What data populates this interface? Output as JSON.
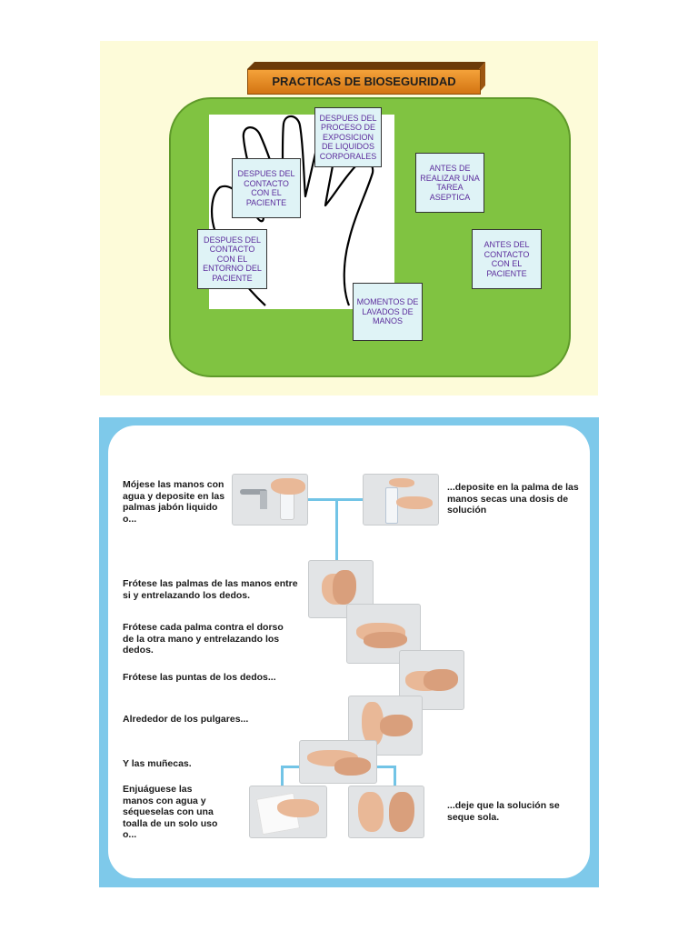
{
  "top": {
    "title": "PRACTICAS DE BIOSEGURIDAD",
    "boxes": {
      "after_fluids": "DESPUES DEL PROCESO DE EXPOSICION DE LIQUIDOS CORPORALES",
      "after_patient": "DESPUES DEL CONTACTO CON EL PACIENTE",
      "before_aseptic": "ANTES DE REALIZAR UNA TAREA ASEPTICA",
      "after_environment": "DESPUES DEL CONTACTO CON EL ENTORNO DEL PACIENTE",
      "before_patient": "ANTES DEL CONTACTO CON EL PACIENTE",
      "moments": "MOMENTOS DE LAVADOS DE MANOS"
    }
  },
  "steps": {
    "wet": "Mójese las manos con agua y deposite en las palmas jabón liquido o...",
    "dose": "...deposite en la palma de las manos secas una dosis de solución",
    "palms": "Frótese las palmas de las manos entre si y entrelazando los dedos.",
    "back": "Frótese cada palma contra el dorso de la otra mano y entrelazando los dedos.",
    "tips": "Frótese las puntas de los dedos...",
    "thumbs": "Alrededor de los pulgares...",
    "wrists": "Y las muñecas.",
    "rinse": "Enjuáguese las manos con agua y séqueselas con una toalla de un solo uso o...",
    "dry": "...deje que la solución se seque sola."
  },
  "colors": {
    "green": "#80c341",
    "title_orange": "#e88a22",
    "box_fill": "#dff3f6",
    "box_text": "#5b2c9c",
    "frame_blue": "#7ec9ea"
  }
}
